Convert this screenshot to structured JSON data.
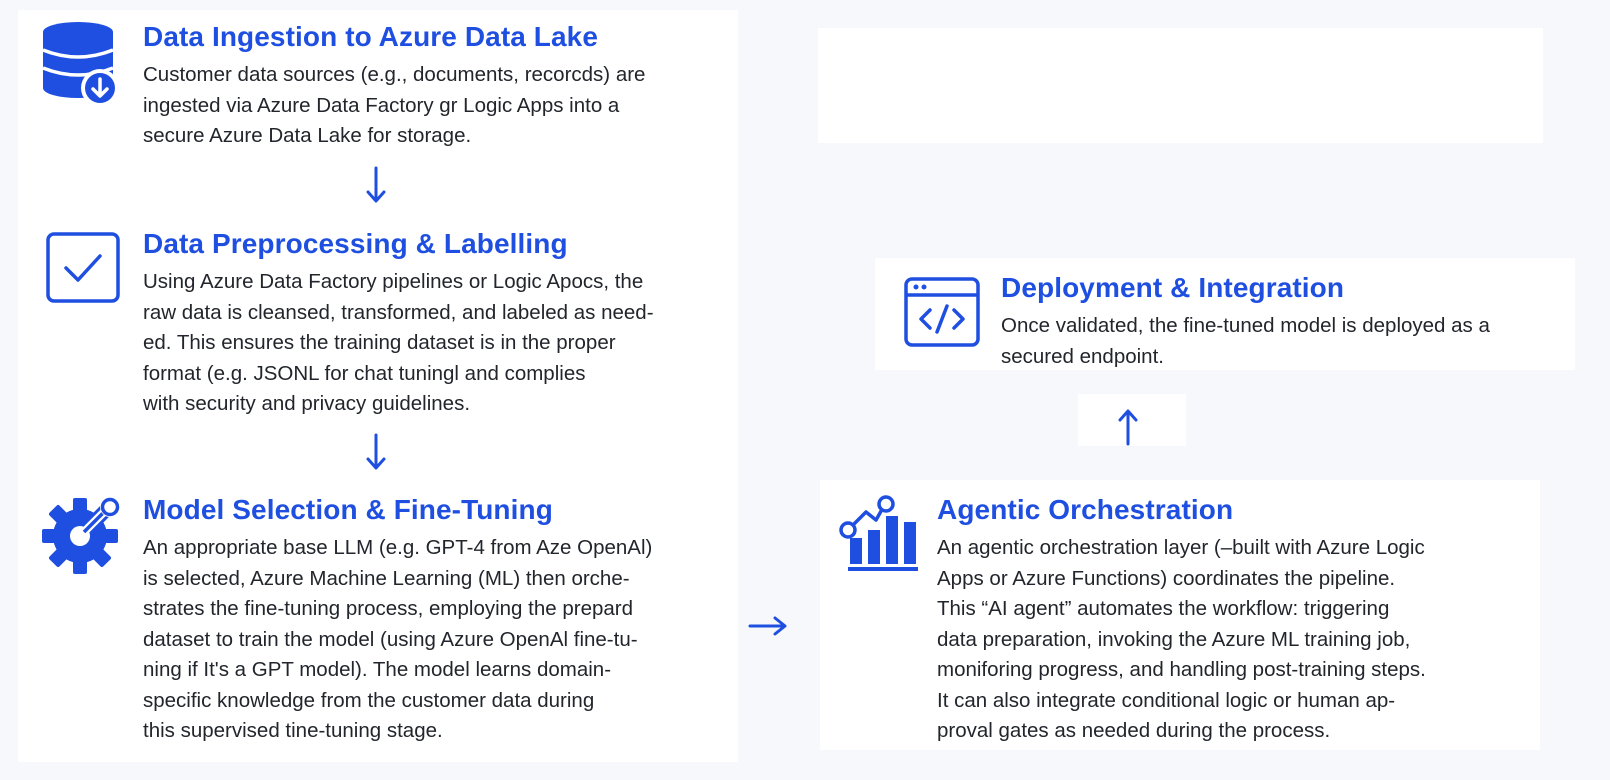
{
  "colors": {
    "accent": "#1f4fe0",
    "text": "#22262c",
    "background": "#f6f8fb",
    "panel": "#ffffff"
  },
  "steps": [
    {
      "icon": "database-download-icon",
      "title": "Data Ingestion to Azure Data Lake",
      "lines": [
        "Customer data sources (e.g., documents, recorcds) are",
        "ingested via Azure Data Factory gr Logic Apps into a",
        "secure Azure Data Lake for storage."
      ]
    },
    {
      "icon": "checkbox-icon",
      "title": "Data Preprocessing & Labelling",
      "lines": [
        "Using Azure Data Factory pipelines or Logic Apocs, the",
        "raw data is cleansed, transformed, and labeled as need-",
        "ed. This ensures the training dataset is in the proper",
        "format (e.g. JSONL for chat tuningl and complies",
        "with security and privacy guidelines."
      ]
    },
    {
      "icon": "gear-icon",
      "title": "Model Selection & Fine-Tuning",
      "lines": [
        "An appropriate base LLM (e.g. GPT-4 from Aze OpenAl)",
        "is selected, Azure Machine Learning (ML) then orche-",
        "strates the fine-tuning process, employing the prepard",
        "dataset to train the model (using Azure OpenAl fine-tu-",
        "ning if It's a GPT model). The model learns domain-",
        "specific knowledge from the customer data during",
        "this supervised tine-tuning stage."
      ]
    },
    {
      "icon": "analytics-chart-icon",
      "title": "Agentic Orchestration",
      "lines": [
        "An agentic orchestration layer (–built with Azure Logic",
        "Apps or Azure Functions) coordinates the pipeline.",
        "This “AI agent” automates the workflow: triggering",
        "data preparation, invoking the Azure ML training  job,",
        "moniforing progress, and handling post-training steps.",
        "It can also integrate conditional logic or human ap-",
        "proval gates as needed during the process."
      ]
    },
    {
      "icon": "code-window-icon",
      "title": "Deployment & Integration",
      "lines": [
        "Once validated, the fine-tuned model  is deployed as a",
        "secured endpoint."
      ]
    }
  ]
}
